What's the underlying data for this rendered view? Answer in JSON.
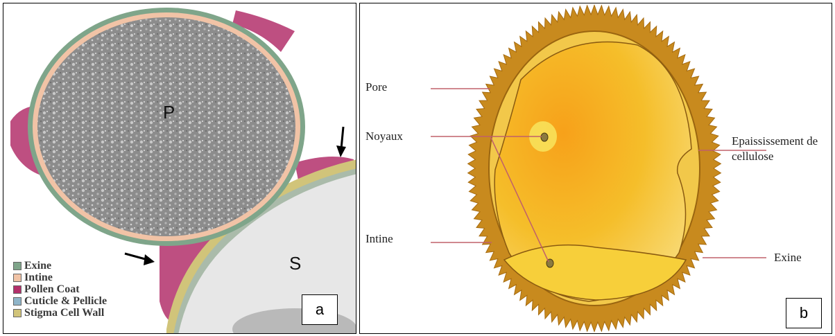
{
  "panel_a": {
    "letter": "a",
    "pollen_label": "P",
    "stigma_label": "S",
    "legend": [
      {
        "label": "Exine",
        "color": "#7fa58a"
      },
      {
        "label": "Intine",
        "color": "#f1c3a6"
      },
      {
        "label": "Pollen Coat",
        "color": "#b3306b"
      },
      {
        "label": "Cuticle & Pellicle",
        "color": "#8fb5c9"
      },
      {
        "label": "Stigma Cell Wall",
        "color": "#d1c47a"
      }
    ]
  },
  "panel_b": {
    "letter": "b",
    "labels": {
      "pore": "Pore",
      "noyaux": "Noyaux",
      "intine": "Intine",
      "epaississement_line1": "Epaississement de",
      "epaississement_line2": "cellulose",
      "exine": "Exine"
    },
    "colors": {
      "exine": "#c88a1e",
      "intine": "#f0c23a",
      "cytoplasm": "#f5b820",
      "leader": "#c0606a"
    }
  }
}
